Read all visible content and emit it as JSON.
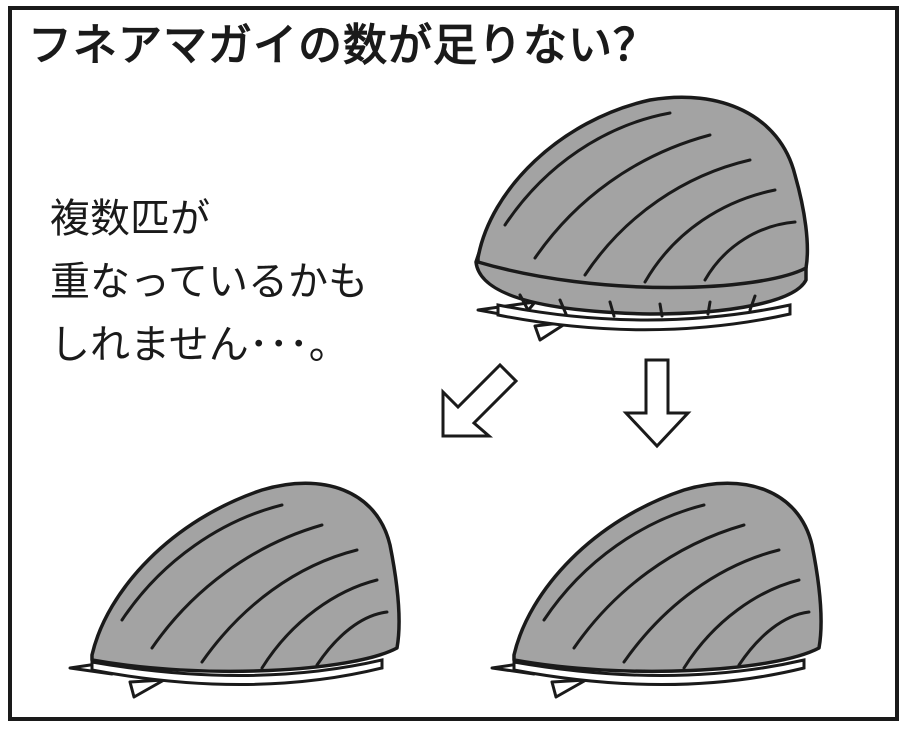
{
  "title": "フネアマガイの数が足りない？",
  "caption": {
    "lines": [
      "複数匹が",
      "重なっているかも",
      "しれません･･･。"
    ]
  },
  "colors": {
    "shell": "#a3a3a3",
    "outline": "#1a1a1a",
    "foot": "#ffffff",
    "background": "#ffffff"
  },
  "icons": {
    "stacked": "stacked-snails-icon",
    "arrowDiag": "arrow-down-left-icon",
    "arrowDown": "arrow-down-icon",
    "snailLeft": "snail-left-icon",
    "snailRight": "snail-right-icon"
  }
}
